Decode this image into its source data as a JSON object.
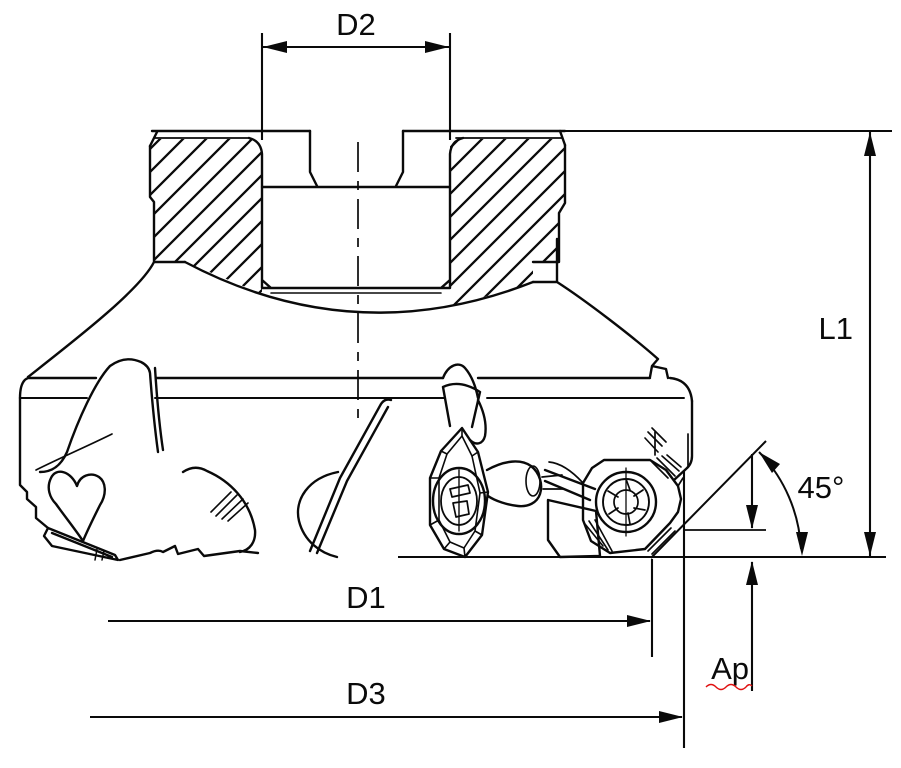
{
  "drawing": {
    "title": "Face milling cutter sectional technical drawing",
    "background_color": "#ffffff",
    "line_color": "#0a0a0a",
    "spellcheck_underline_color": "#e01010",
    "dimensions": {
      "d2": {
        "label": "D2",
        "kind": "counterbore-diameter",
        "orientation": "horizontal-top"
      },
      "l1": {
        "label": "L1",
        "kind": "overall-height",
        "orientation": "vertical-right"
      },
      "angle": {
        "label": "45°",
        "kind": "lead-angle",
        "orientation": "arc"
      },
      "d1": {
        "label": "D1",
        "kind": "cutting-diameter",
        "orientation": "horizontal"
      },
      "ap": {
        "label": "Ap",
        "kind": "depth-of-cut",
        "orientation": "vertical-right"
      },
      "d3": {
        "label": "D3",
        "kind": "max-diameter",
        "orientation": "horizontal"
      }
    }
  }
}
